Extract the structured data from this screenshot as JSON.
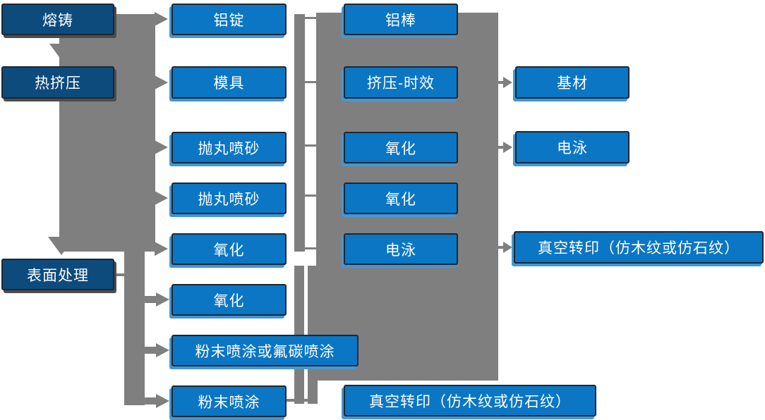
{
  "diagram_type": "flowchart",
  "language": "zh-CN",
  "colors": {
    "stage_box": "#0e4b7d",
    "process_box": "#0b76c4",
    "box_border": "#1c2833",
    "box_highlight": "#4596d2",
    "connector_gray": "#7f7f7f",
    "text": "#ffffff",
    "background": "#ffffff"
  },
  "nodes": {
    "melt": {
      "label": "熔铸"
    },
    "hot_extrusion": {
      "label": "热挤压"
    },
    "surface_treatment": {
      "label": "表面处理"
    },
    "al_ingot": {
      "label": "铝锭"
    },
    "mold": {
      "label": "模具"
    },
    "shot_blast_1": {
      "label": "抛丸喷砂"
    },
    "shot_blast_2": {
      "label": "抛丸喷砂"
    },
    "oxidation_a": {
      "label": "氧化"
    },
    "oxidation_b": {
      "label": "氧化"
    },
    "powder_or_fluorocarbon": {
      "label": "粉末喷涂或氟碳喷涂"
    },
    "powder_coating": {
      "label": "粉末喷涂"
    },
    "al_rod": {
      "label": "铝棒"
    },
    "extrusion_aging": {
      "label": "挤压-时效"
    },
    "oxidation_c": {
      "label": "氧化"
    },
    "oxidation_d": {
      "label": "氧化"
    },
    "electrophoresis_a": {
      "label": "电泳"
    },
    "vacuum_transfer_bottom": {
      "label": "真空转印（仿木纹或仿石纹）"
    },
    "base_material": {
      "label": "基材"
    },
    "electrophoresis_b": {
      "label": "电泳"
    },
    "vacuum_transfer_right": {
      "label": "真空转印（仿木纹或仿石纹）"
    }
  },
  "edges": [
    {
      "from": "熔铸",
      "to": "热挤压",
      "style": "down-arrow"
    },
    {
      "from": "热挤压",
      "to": "表面处理",
      "style": "down-arrow"
    },
    {
      "from": "熔铸/热挤压",
      "to": "铝锭",
      "style": "right-arrow"
    },
    {
      "from": "熔铸/热挤压",
      "to": "模具",
      "style": "right-arrow"
    },
    {
      "from": "熔铸/热挤压",
      "to": "抛丸喷砂",
      "style": "right-arrow"
    },
    {
      "from": "熔铸/热挤压",
      "to": "抛丸喷砂",
      "style": "right-arrow"
    },
    {
      "from": "熔铸/热挤压",
      "to": "氧化",
      "style": "right-arrow"
    },
    {
      "from": "表面处理",
      "to": "氧化",
      "style": "right-arrow"
    },
    {
      "from": "表面处理",
      "to": "粉末喷涂或氟碳喷涂",
      "style": "right-arrow"
    },
    {
      "from": "表面处理",
      "to": "粉末喷涂",
      "style": "right-arrow"
    },
    {
      "from": "铝锭",
      "to": "铝棒",
      "style": "line"
    },
    {
      "from": "模具",
      "to": "挤压-时效",
      "style": "line"
    },
    {
      "from": "抛丸喷砂",
      "to": "氧化",
      "style": "line"
    },
    {
      "from": "氧化",
      "to": "电泳",
      "style": "line"
    },
    {
      "from": "粉末喷涂",
      "to": "真空转印（仿木纹或仿石纹）",
      "style": "line"
    },
    {
      "from": "挤压-时效",
      "to": "基材",
      "style": "right-arrow"
    },
    {
      "from": "氧化",
      "to": "电泳",
      "style": "right-arrow"
    },
    {
      "from": "电泳",
      "to": "真空转印（仿木纹或仿石纹）",
      "style": "right-arrow"
    }
  ]
}
